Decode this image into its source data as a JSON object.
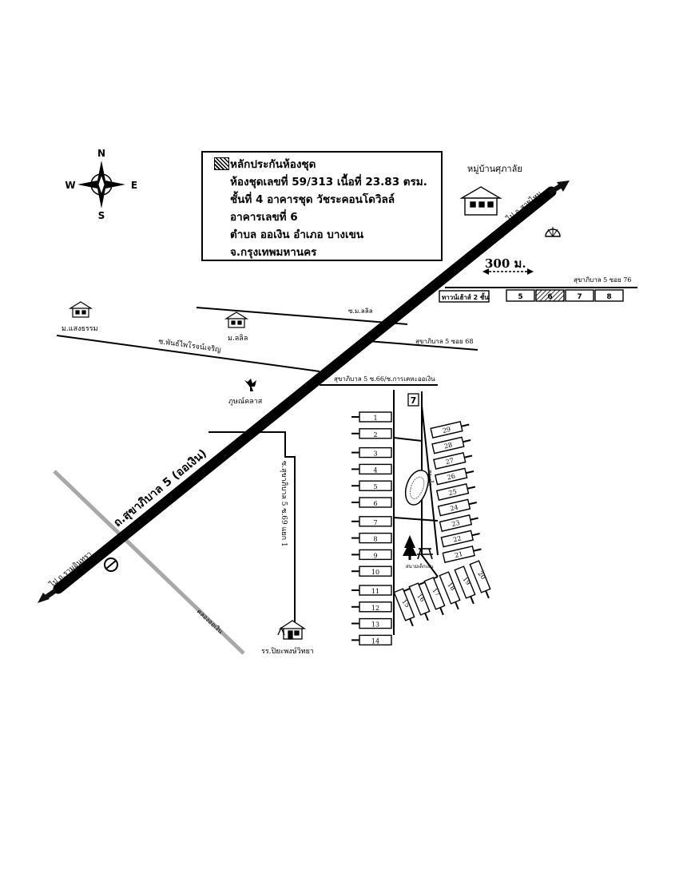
{
  "compass": {
    "north": "N",
    "south": "S",
    "east": "E",
    "west": "W"
  },
  "legend": {
    "lines": [
      "หลักประกันห้องชุด",
      "ห้องชุดเลขที่ 59/313 เนื้อที่ 23.83 ตรม.",
      "ชั้นที่ 4 อาคารชุด  วัชระคอนโดวิลล์",
      "อาคารเลขที่ 6",
      "ตำบล ออเงิน  อำเภอ บางเขน",
      "จ.กรุงเทพมหานคร"
    ]
  },
  "places": {
    "village_top": "หมู่บ้านศุภาลัย",
    "to_sai_mai": "ไป อ.สายไหม",
    "to_ram_inthra": "ไป ถ.รามอินทรา",
    "distance": "300 ม.",
    "soi_76": "สุขาภิบาล 5 ซอย 76",
    "townhouse": "ทาวน์เฮ้าส์ 2 ชั้น",
    "m_saeng_tham": "ม.แสงธรรม",
    "m_lalil": "ม.ลลิล",
    "soi_m_lalil": "ซ.ม.ลลิล",
    "soi_phanthai": "ซ.พันธ์ไพโรจน์เจริญ",
    "soi_68": "สุขาภิบาล 5 ซอย 68",
    "soi_66": "สุขาภิบาล 5 ซ.66/ซ.การเคหะออเงิน",
    "garuda_place": "ภูษณ์คลาส",
    "main_road": "ถ.สุขาภิบาล 5 (ออเงิน)",
    "soi_side": "ซ.สุขาภิบาล 5 ซ.69 แยก 1",
    "canal": "คลองออเงิน",
    "school": "รร.ปิยะพงษ์วิทยา",
    "pond": "สระน้ำ",
    "playground": "สนามเด็กเล่น"
  },
  "townhouse_units": [
    "5",
    "6",
    "7",
    "8"
  ],
  "highlighted_unit": "6",
  "buildings_left": [
    "1",
    "2",
    "3",
    "4",
    "5",
    "6",
    "7",
    "8",
    "9",
    "10",
    "11",
    "12",
    "13",
    "14"
  ],
  "buildings_right": [
    "29",
    "28",
    "27",
    "26",
    "25",
    "24",
    "23",
    "22",
    "21"
  ],
  "buildings_bottom": [
    "15",
    "16",
    "17",
    "18",
    "19",
    "20"
  ]
}
